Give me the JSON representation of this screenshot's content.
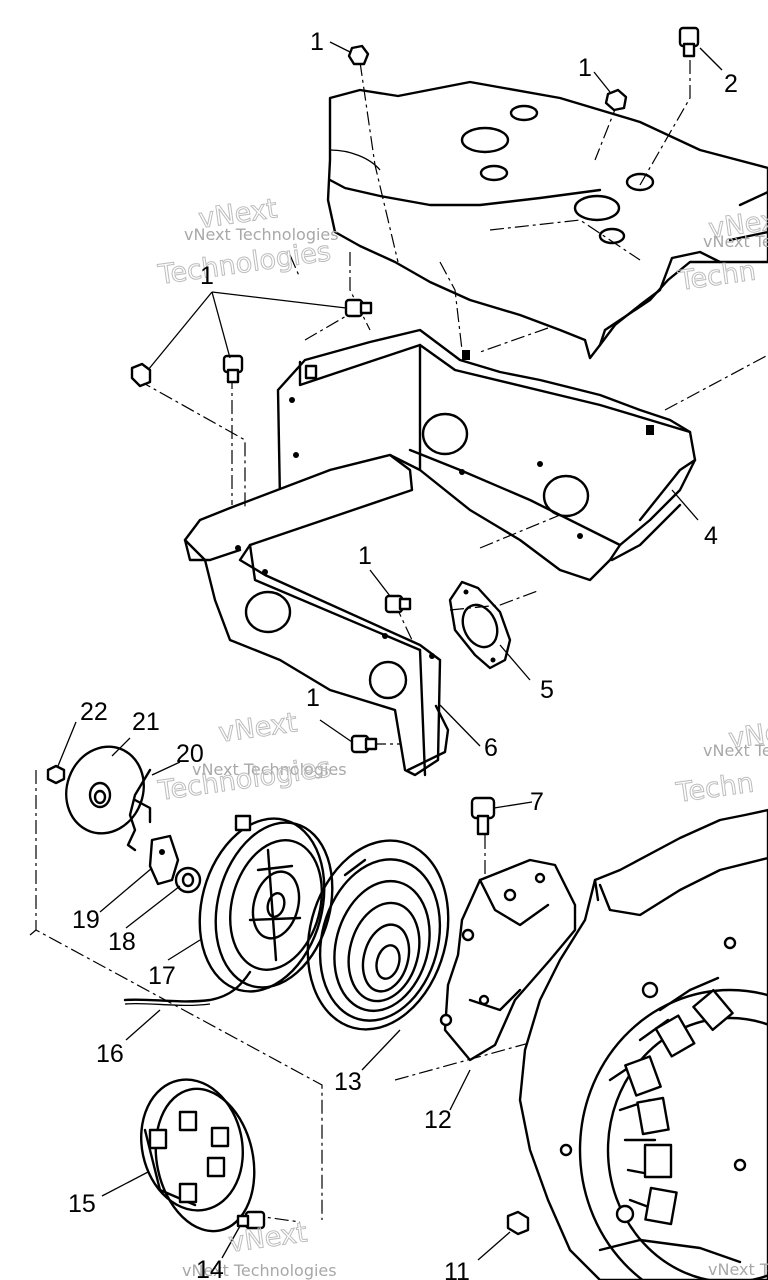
{
  "watermark": {
    "small": "vNext Technologies",
    "big_line1": "vNext",
    "big_line2": "Technologies",
    "small_cut": "vNext Te",
    "big_cut": "Techn",
    "bottom_small": "vNext Technologies"
  },
  "callouts": {
    "c1a": "1",
    "c1b": "1",
    "c2": "2",
    "c1c": "1",
    "c4": "4",
    "c1d": "1",
    "c5": "5",
    "c1e": "1",
    "c6": "6",
    "c22": "22",
    "c21": "21",
    "c20": "20",
    "c7": "7",
    "c19": "19",
    "c18": "18",
    "c17": "17",
    "c16": "16",
    "c13": "13",
    "c12": "12",
    "c15": "15",
    "c14": "14",
    "c11": "11"
  }
}
